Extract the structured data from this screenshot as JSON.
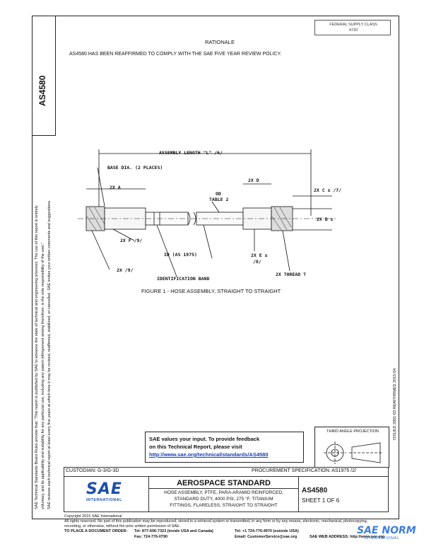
{
  "header": {
    "stamp_line1": "FEDERAL SUPPLY CLASS",
    "stamp_line2": "4720",
    "title": "RATIONALE",
    "rationale_text": "AS4580 HAS BEEN REAFFIRMED TO COMPLY WITH THE SAE FIVE YEAR REVIEW POLICY."
  },
  "left_margin": {
    "doc_number": "AS4580",
    "disclaimer_1": "SAE Technical Standards Board Rules provide that: \"This report is published by SAE to advance the state of technical and engineering sciences. The use of this report is entirely",
    "disclaimer_2": "voluntary, and its applicability and suitability for any particular use, including any patent infringement arising therefrom, is the sole responsibility of the user.\"",
    "disclaimer_3": "SAE reviews each technical report at least every five years at which time it may be revised, reaffirmed, stabilized, or cancelled. SAE invites your written comments and suggestions."
  },
  "right_margin": {
    "issue_info": "ISSUED 2001-03   REAFFIRMED 2015-04"
  },
  "drawing": {
    "label_assembly_length": "ASSEMBLY LENGTH \"L\" /6/",
    "label_base_dia": "BASE DIA. (2 PLACES)",
    "label_2xa": "2X A",
    "label_2xd": "2X D",
    "label_od": "OD",
    "label_table2": "TABLE 2",
    "label_2xc": "2X C ± /7/",
    "label_2xb": "2X B ±",
    "label_2xf": "2X F /9/",
    "label_id": "ID (AS 1975)",
    "label_2xe": "2X E ±",
    "label_e_note": "/8/",
    "label_2x9": "2X /9/",
    "label_2xthread": "2X THREAD T",
    "label_id_band": "IDENTIFICATION BAND",
    "caption": "FIGURE 1 - HOSE ASSEMBLY, STRAIGHT TO STRAIGHT"
  },
  "feedback": {
    "line1": "SAE values your input. To provide feedback",
    "line2": "on this Technical Report, please visit",
    "link": "http://www.sae.org/technical/standards/AS4580"
  },
  "projection": {
    "label": "THIRD ANGLE PROJECTION"
  },
  "title_block": {
    "custodian": "CUSTODIAN: G-3/G-3D",
    "procurement": "PROCUREMENT SPECIFICATION: AS1975 /2/",
    "logo_text": "SAE",
    "logo_sub": "INTERNATIONAL",
    "standard_title": "AEROSPACE STANDARD",
    "desc_line1": "HOSE ASSEMBLY, PTFE, PARA-ARAMID REINFORCED,",
    "desc_line2": "STANDARD DUTY, 4000 PSI, 275 °F, TITANIUM",
    "desc_line3": "FITTINGS, FLARELESS, STRAIGHT TO STRAIGHT",
    "doc_number": "AS4580",
    "sheet": "SHEET 1 OF 6"
  },
  "footer": {
    "copyright": "Copyright 2015 SAE International",
    "rights_1": "All rights reserved. No part of this publication may be reproduced, stored in a retrieval system or transmitted, in any form or by any means, electronic, mechanical, photocopying,",
    "rights_2": "recording, or otherwise, without the prior written permission of SAE.",
    "order_label": "TO PLACE A DOCUMENT ORDER:",
    "tel1": "Tel: 877-606-7323 (inside USA and Canada)",
    "tel2": "Tel: +1 724-776-4970 (outside USA)",
    "fax": "Fax: 724-776-0790",
    "email": "Email: CustomerService@sae.org",
    "web": "SAE WEB ADDRESS: http://www.sae.org"
  },
  "watermark": {
    "text": "SAE NORM",
    "sub": "INTERNATIONAL"
  }
}
